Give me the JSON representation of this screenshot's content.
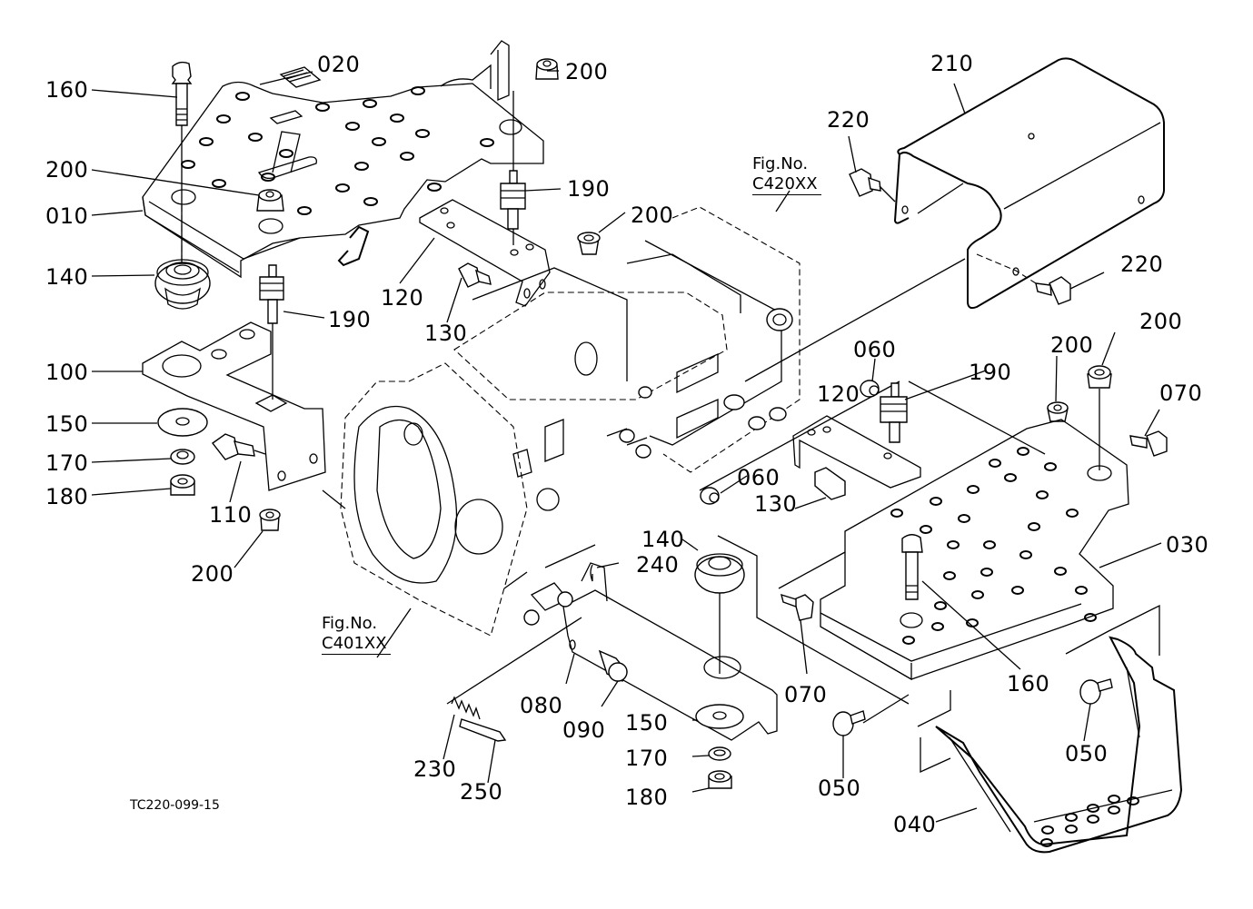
{
  "diagram": {
    "type": "exploded-parts-diagram",
    "drawing_reference": "TC220-099-15",
    "figure_references": [
      {
        "prefix": "Fig.No.",
        "code": "C420XX"
      },
      {
        "prefix": "Fig.No.",
        "code": "C401XX"
      }
    ],
    "callouts": [
      {
        "id": "c1",
        "part": "160"
      },
      {
        "id": "c2",
        "part": "020"
      },
      {
        "id": "c3",
        "part": "200"
      },
      {
        "id": "c4",
        "part": "200"
      },
      {
        "id": "c5",
        "part": "010"
      },
      {
        "id": "c6",
        "part": "190"
      },
      {
        "id": "c7",
        "part": "140"
      },
      {
        "id": "c8",
        "part": "120"
      },
      {
        "id": "c9",
        "part": "200"
      },
      {
        "id": "c10",
        "part": "130"
      },
      {
        "id": "c11",
        "part": "190"
      },
      {
        "id": "c12",
        "part": "100"
      },
      {
        "id": "c13",
        "part": "150"
      },
      {
        "id": "c14",
        "part": "170"
      },
      {
        "id": "c15",
        "part": "180"
      },
      {
        "id": "c16",
        "part": "110"
      },
      {
        "id": "c17",
        "part": "200"
      },
      {
        "id": "c18",
        "part": "210"
      },
      {
        "id": "c19",
        "part": "220"
      },
      {
        "id": "c20",
        "part": "220"
      },
      {
        "id": "c21",
        "part": "060"
      },
      {
        "id": "c22",
        "part": "190"
      },
      {
        "id": "c23",
        "part": "120"
      },
      {
        "id": "c24",
        "part": "200"
      },
      {
        "id": "c25",
        "part": "200"
      },
      {
        "id": "c26",
        "part": "070"
      },
      {
        "id": "c27",
        "part": "060"
      },
      {
        "id": "c28",
        "part": "130"
      },
      {
        "id": "c29",
        "part": "140"
      },
      {
        "id": "c30",
        "part": "240"
      },
      {
        "id": "c31",
        "part": "030"
      },
      {
        "id": "c32",
        "part": "070"
      },
      {
        "id": "c33",
        "part": "160"
      },
      {
        "id": "c34",
        "part": "080"
      },
      {
        "id": "c35",
        "part": "090"
      },
      {
        "id": "c36",
        "part": "150"
      },
      {
        "id": "c37",
        "part": "170"
      },
      {
        "id": "c38",
        "part": "180"
      },
      {
        "id": "c39",
        "part": "230"
      },
      {
        "id": "c40",
        "part": "250"
      },
      {
        "id": "c41",
        "part": "050"
      },
      {
        "id": "c42",
        "part": "050"
      },
      {
        "id": "c43",
        "part": "040"
      }
    ]
  }
}
